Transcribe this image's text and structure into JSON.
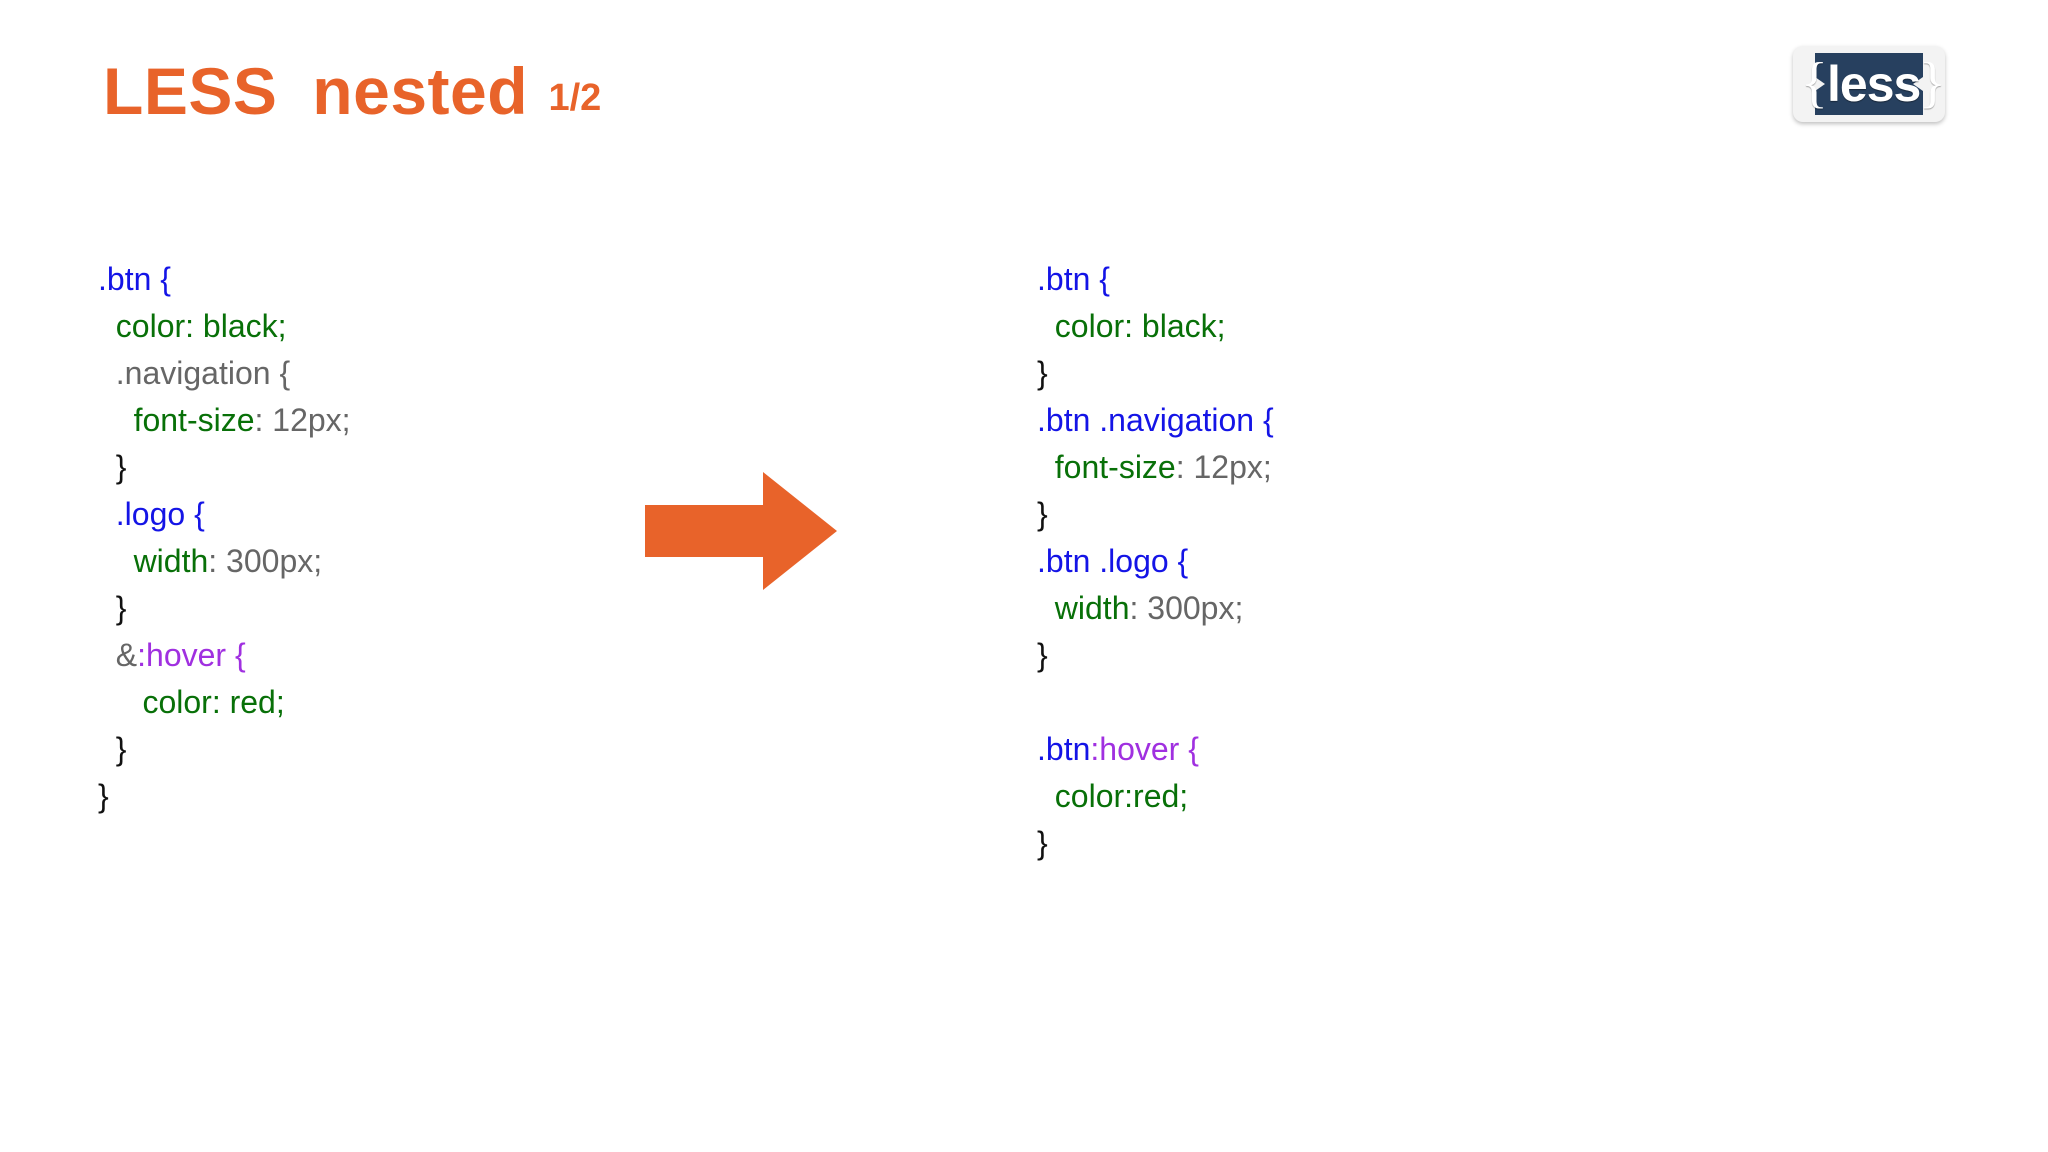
{
  "slide": {
    "title_main_1": "LESS",
    "title_main_2": "nested",
    "title_sub": "1/2"
  },
  "logo": {
    "name": "less-logo",
    "brace_left": "{",
    "brace_right": "}",
    "word": "less",
    "plate_color": "#f3f3f3",
    "inner_color": "#27405f",
    "text_color": "#ffffff"
  },
  "colors": {
    "accent_orange": "#e8632a",
    "selector_blue": "#1414e6",
    "property_green": "#087008",
    "value_gray": "#666666",
    "pseudo_purple": "#a030e0",
    "brace_black": "#111111"
  },
  "arrow": {
    "name": "right-arrow",
    "direction": "right",
    "color": "#e8632a"
  },
  "code_left": {
    "label": "nested-less-source",
    "lines": [
      [
        {
          "t": ".btn {",
          "c": "sel"
        }
      ],
      [
        {
          "t": "  ",
          "c": "plain"
        },
        {
          "t": "color",
          "c": "green"
        },
        {
          "t": ": ",
          "c": "green"
        },
        {
          "t": "black;",
          "c": "green"
        }
      ],
      [
        {
          "t": "  ",
          "c": "plain"
        },
        {
          "t": ".navigation {",
          "c": "gray"
        }
      ],
      [
        {
          "t": "    ",
          "c": "plain"
        },
        {
          "t": "font-size",
          "c": "green"
        },
        {
          "t": ": ",
          "c": "gray"
        },
        {
          "t": "12px;",
          "c": "gray"
        }
      ],
      [
        {
          "t": "  ",
          "c": "plain"
        },
        {
          "t": "}",
          "c": "brace"
        }
      ],
      [
        {
          "t": "  ",
          "c": "plain"
        },
        {
          "t": ".logo {",
          "c": "sel"
        }
      ],
      [
        {
          "t": "    ",
          "c": "plain"
        },
        {
          "t": "width",
          "c": "green"
        },
        {
          "t": ": ",
          "c": "gray"
        },
        {
          "t": "300px;",
          "c": "gray"
        }
      ],
      [
        {
          "t": "  ",
          "c": "plain"
        },
        {
          "t": "}",
          "c": "brace"
        }
      ],
      [
        {
          "t": "  ",
          "c": "plain"
        },
        {
          "t": "&",
          "c": "gray"
        },
        {
          "t": ":hover {",
          "c": "pseudo"
        }
      ],
      [
        {
          "t": "     ",
          "c": "plain"
        },
        {
          "t": "color",
          "c": "green"
        },
        {
          "t": ": ",
          "c": "green"
        },
        {
          "t": "red;",
          "c": "green"
        }
      ],
      [
        {
          "t": "  ",
          "c": "plain"
        },
        {
          "t": "}",
          "c": "brace"
        }
      ],
      [
        {
          "t": "}",
          "c": "brace"
        }
      ]
    ]
  },
  "code_right": {
    "label": "compiled-css-output",
    "lines": [
      [
        {
          "t": ".btn {",
          "c": "sel"
        }
      ],
      [
        {
          "t": "  ",
          "c": "plain"
        },
        {
          "t": "color",
          "c": "green"
        },
        {
          "t": ": ",
          "c": "green"
        },
        {
          "t": "black;",
          "c": "green"
        }
      ],
      [
        {
          "t": "}",
          "c": "brace"
        }
      ],
      [
        {
          "t": ".btn .navigation {",
          "c": "sel"
        }
      ],
      [
        {
          "t": "  ",
          "c": "plain"
        },
        {
          "t": "font-size",
          "c": "green"
        },
        {
          "t": ": ",
          "c": "gray"
        },
        {
          "t": "12px;",
          "c": "gray"
        }
      ],
      [
        {
          "t": "}",
          "c": "brace"
        }
      ],
      [
        {
          "t": ".btn .logo {",
          "c": "sel"
        }
      ],
      [
        {
          "t": "  ",
          "c": "plain"
        },
        {
          "t": "width",
          "c": "green"
        },
        {
          "t": ": ",
          "c": "gray"
        },
        {
          "t": "300px;",
          "c": "gray"
        }
      ],
      [
        {
          "t": "}",
          "c": "brace"
        }
      ],
      [],
      [
        {
          "t": ".btn",
          "c": "sel"
        },
        {
          "t": ":hover {",
          "c": "pseudo"
        }
      ],
      [
        {
          "t": "  ",
          "c": "plain"
        },
        {
          "t": "color:red;",
          "c": "green"
        }
      ],
      [
        {
          "t": "}",
          "c": "brace"
        }
      ]
    ]
  }
}
